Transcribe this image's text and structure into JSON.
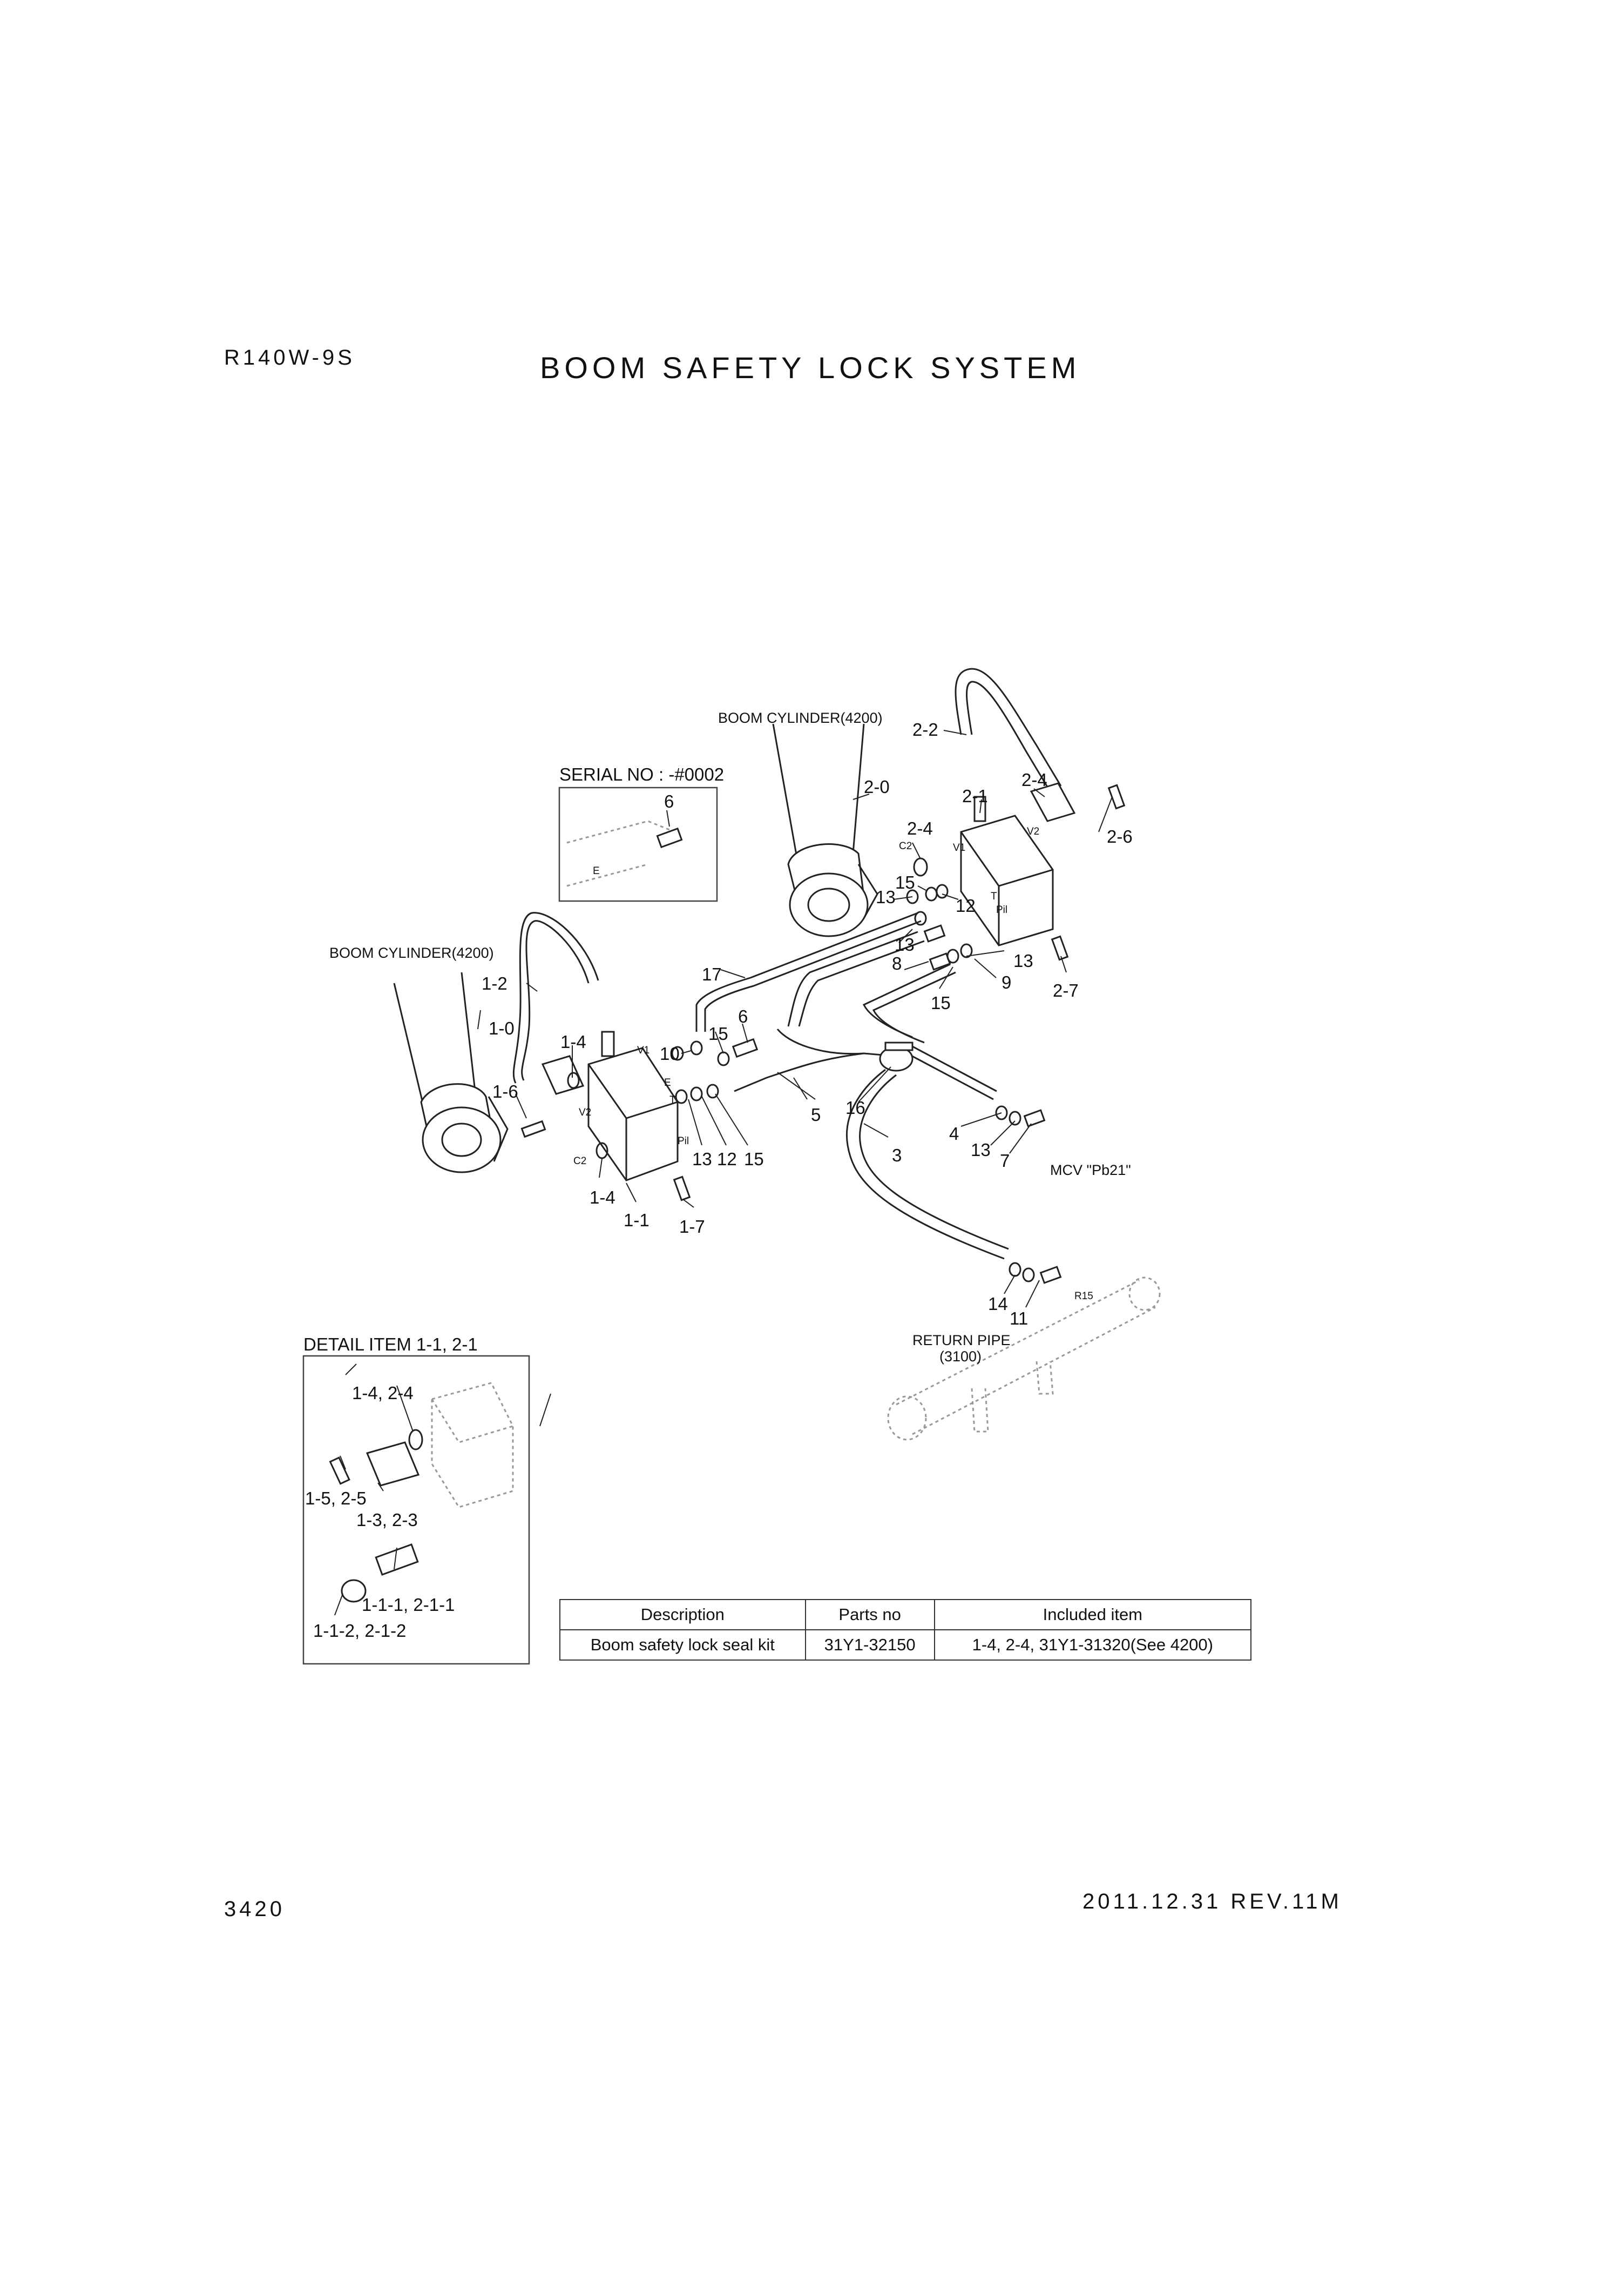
{
  "header": {
    "model": "R140W-9S",
    "title": "BOOM SAFETY LOCK SYSTEM"
  },
  "footer": {
    "page_number": "3420",
    "revision": "2011.12.31  REV.11M"
  },
  "diagram": {
    "notes": {
      "boom_cylinder_right": "BOOM CYLINDER(4200)",
      "boom_cylinder_left": "BOOM CYLINDER(4200)",
      "serial_no": "SERIAL NO : -#0002",
      "mcv": "MCV \"Pb21\"",
      "return_pipe": "RETURN PIPE",
      "return_pipe_ref": "(3100)",
      "detail_title": "DETAIL ITEM 1-1, 2-1"
    },
    "port_labels": {
      "v1_right": "V1",
      "v2_right": "V2",
      "c2_right": "C2",
      "pil_right": "Pil",
      "t_right": "T",
      "v1_left": "V1",
      "v2_left": "V2",
      "c2_left": "C2",
      "e_left": "E",
      "t_left": "T",
      "pil_left": "Pil",
      "r15": "R15",
      "e_serial": "E"
    },
    "callouts": {
      "c_2_2": "2-2",
      "c_2_4_top": "2-4",
      "c_2_0": "2-0",
      "c_2_1": "2-1",
      "c_2_4_mid": "2-4",
      "c_2_6": "2-6",
      "c_15_top": "15",
      "c_13_a": "13",
      "c_12_top": "12",
      "c_13_b": "13",
      "c_8": "8",
      "c_13_c": "13",
      "c_9": "9",
      "c_2_7": "2-7",
      "c_15_mid": "15",
      "c_17": "17",
      "c_6_serial": "6",
      "c_6": "6",
      "c_15_left": "15",
      "c_10": "10",
      "c_1_2": "1-2",
      "c_1_0": "1-0",
      "c_1_4_top": "1-4",
      "c_1_6": "1-6",
      "c_5": "5",
      "c_16": "16",
      "c_13_d": "13",
      "c_12_bot": "12",
      "c_15_bot": "15",
      "c_3": "3",
      "c_4": "4",
      "c_13_e": "13",
      "c_7": "7",
      "c_1_4_bot": "1-4",
      "c_1_1": "1-1",
      "c_1_7": "1-7",
      "c_14": "14",
      "c_11": "11"
    },
    "detail_callouts": {
      "d_1_4_2_4": "1-4, 2-4",
      "d_1_5_2_5": "1-5, 2-5",
      "d_1_3_2_3": "1-3, 2-3",
      "d_1_1_1_2_1_1": "1-1-1, 2-1-1",
      "d_1_1_2_2_1_2": "1-1-2, 2-1-2"
    }
  },
  "parts_table": {
    "headers": [
      "Description",
      "Parts no",
      "Included item"
    ],
    "rows": [
      [
        "Boom safety lock seal kit",
        "31Y1-32150",
        "1-4, 2-4, 31Y1-31320(See 4200)"
      ]
    ]
  }
}
